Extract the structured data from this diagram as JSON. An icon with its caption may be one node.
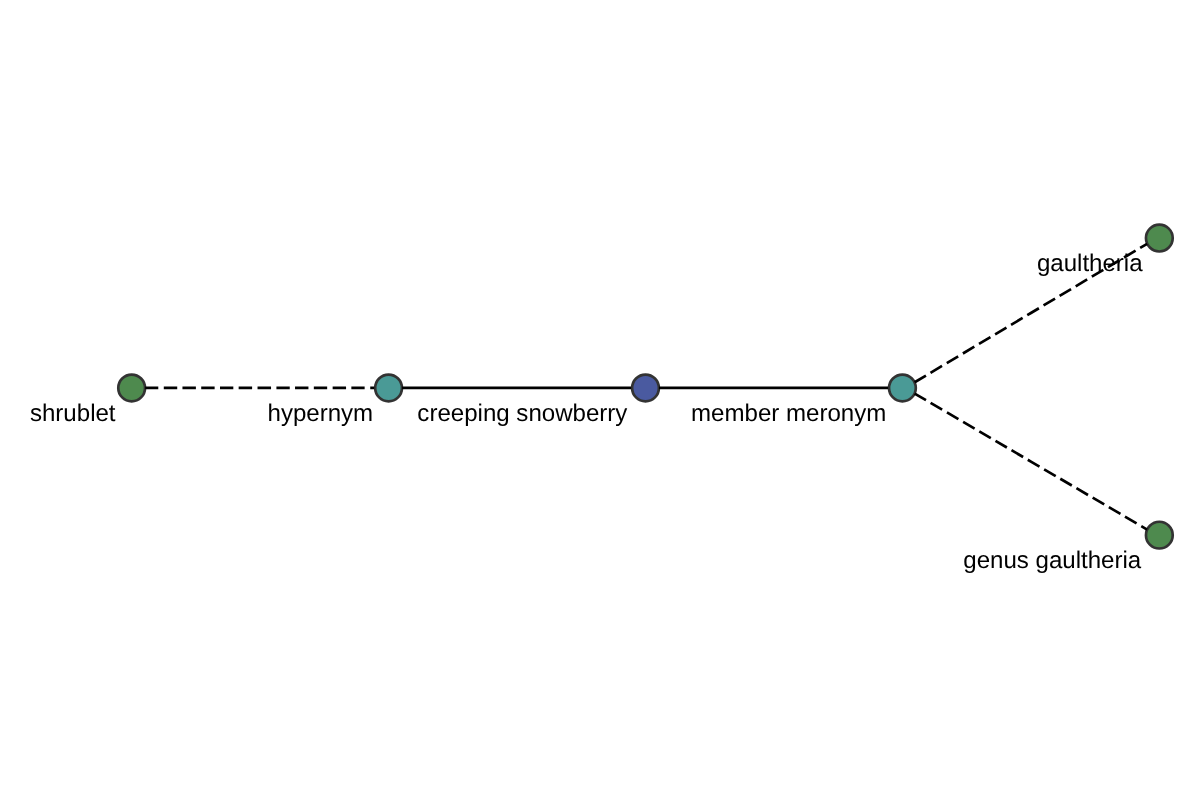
{
  "diagram": {
    "nodes": [
      {
        "text": [
          "shrublet"
        ]
      },
      {
        "text": [
          "hypernym"
        ]
      },
      {
        "text": [
          "creeping snowberry"
        ]
      },
      {
        "text": [
          "member meronym"
        ]
      },
      {
        "text": [
          "gaultheria"
        ]
      },
      {
        "text": [
          "genus gaultheria"
        ]
      }
    ],
    "edges": [
      {
        "from": 0,
        "to": 1,
        "arrow": "none",
        "style": "dashed"
      },
      {
        "from": 1,
        "to": 2,
        "arrow": "none"
      },
      {
        "from": 2,
        "to": 3,
        "arrow": "none"
      },
      {
        "from": 3,
        "to": 4,
        "arrow": "none",
        "style": "dashed"
      },
      {
        "from": 3,
        "to": 5,
        "arrow": "none",
        "style": "dashed"
      }
    ]
  }
}
